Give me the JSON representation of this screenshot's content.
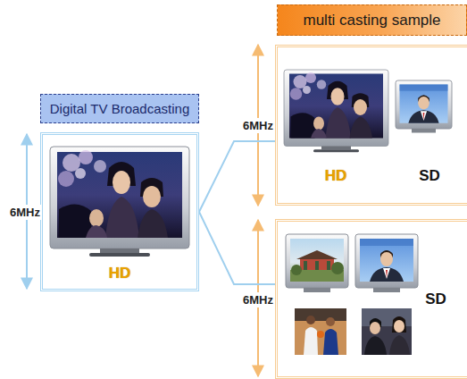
{
  "diagram": {
    "nodes": [
      {
        "text": [
          "Digital TV Broadcasting"
        ]
      },
      {
        "text": [
          "HD"
        ]
      },
      {
        "text": [
          "multi casting sample"
        ]
      },
      {
        "text": [
          "HD",
          "SD"
        ]
      },
      {
        "text": [
          "SD"
        ]
      }
    ],
    "edges": [
      {
        "from": 1,
        "to": 3,
        "arrow": "none"
      },
      {
        "from": 1,
        "to": 4,
        "arrow": "none"
      }
    ],
    "labels": [
      "6MHz",
      "6MHz",
      "6MHz"
    ]
  }
}
